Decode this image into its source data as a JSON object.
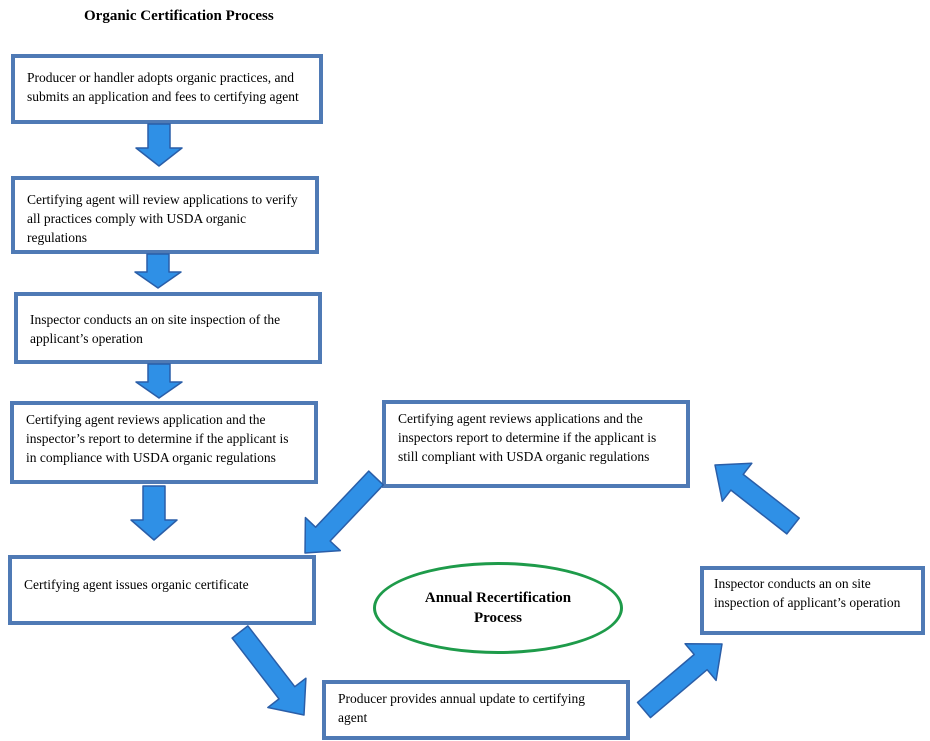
{
  "diagram": {
    "title": "Organic Certification Process",
    "steps": {
      "application": "Producer or handler adopts organic practices, and submits an application and fees to certifying agent",
      "review": "Certifying agent will review applications to verify all practices comply with USDA organic regulations",
      "inspection": "Inspector conducts an on site inspection of the applicant’s operation",
      "compliance": "Certifying agent reviews application and the inspector’s report to determine if the applicant is in compliance with USDA organic regulations",
      "recert_review": "Certifying agent reviews applications and the inspectors report to determine if the applicant is still compliant with USDA organic regulations",
      "certificate": "Certifying agent issues organic certificate",
      "recert_inspection": "Inspector conducts an on site inspection of applicant’s operation",
      "annual_update": "Producer provides annual update to certifying agent"
    },
    "cycle_label": "Annual Recertification Process",
    "colors": {
      "box_border": "#4f7ab5",
      "arrow_fill": "#2f90e6",
      "arrow_stroke": "#2a5ea8",
      "ellipse_border": "#1e9b4a"
    }
  }
}
